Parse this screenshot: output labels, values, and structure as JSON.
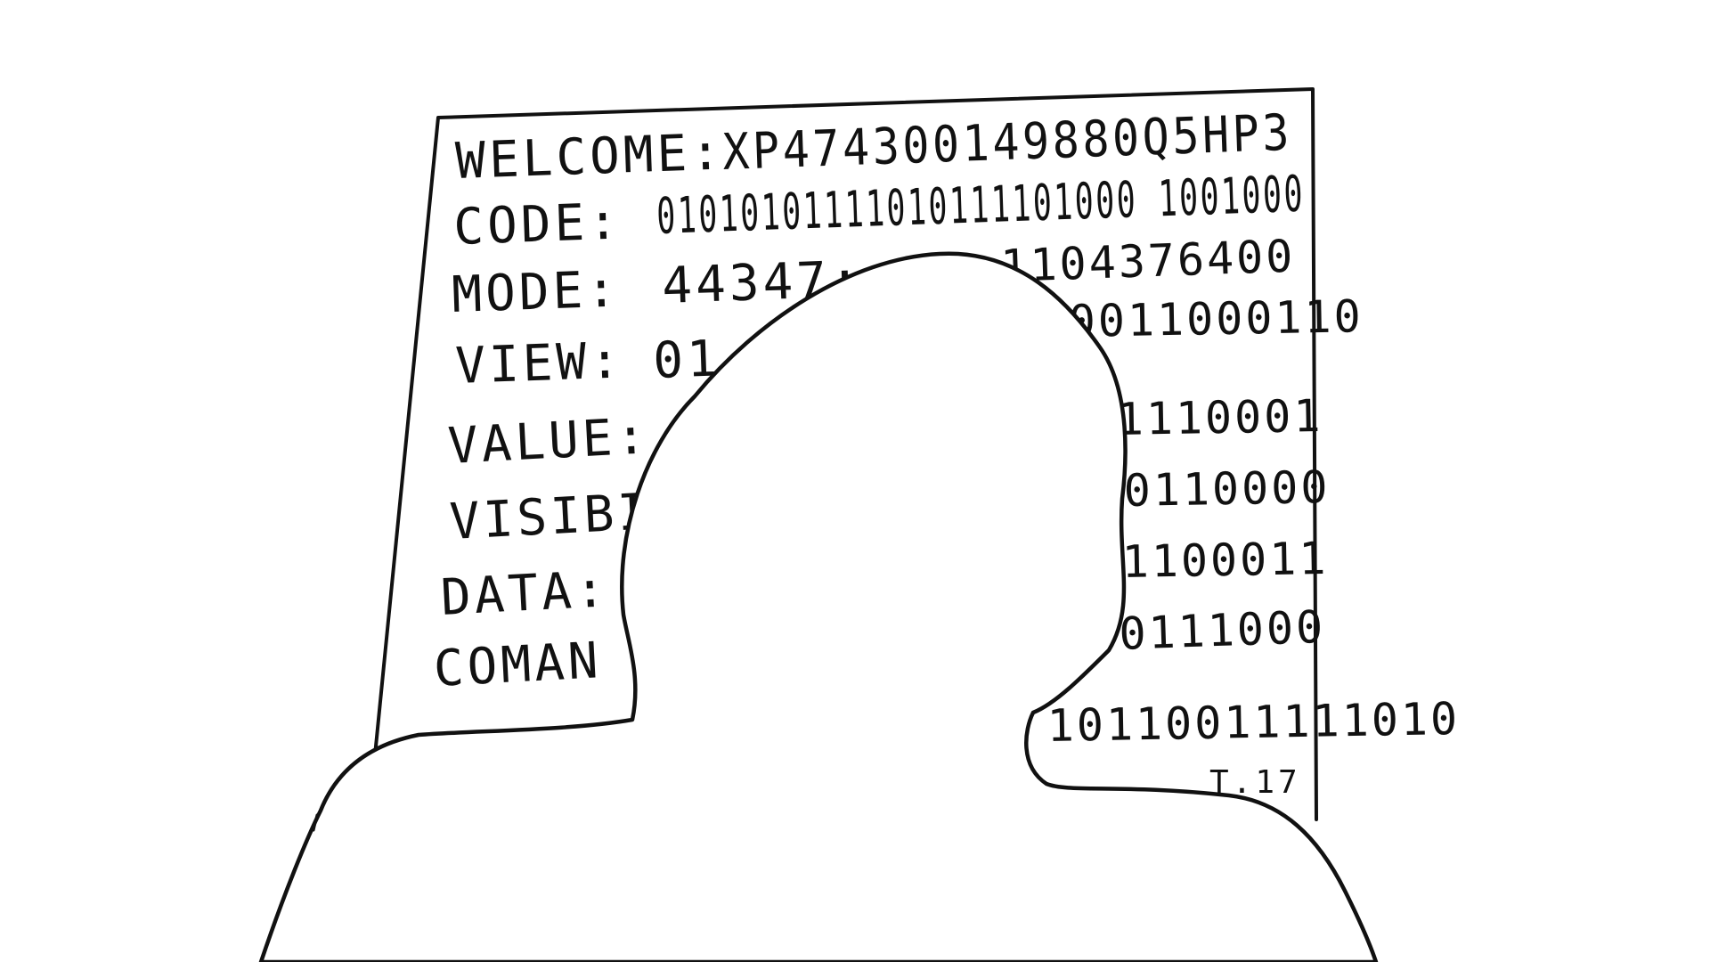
{
  "screen_lines": [
    {
      "label": "WELCOME:",
      "value": "XP474300149880Q5HP3"
    },
    {
      "label": "CODE:",
      "value": "01010101111010111101000 1001000"
    },
    {
      "label": "MODE:",
      "value": "44347:"
    },
    {
      "label": "VIEW:",
      "value": "01"
    },
    {
      "label": "VALUE:",
      "value": ""
    },
    {
      "label": "VISIBIL",
      "value": ""
    },
    {
      "label": "DATA:",
      "value": ""
    },
    {
      "label": "COMAN",
      "value": ""
    }
  ],
  "right_fragments": [
    "1104376400",
    "0011000110",
    "1110001",
    "0110000",
    "1100011",
    "00111000",
    "10110011111010"
  ],
  "signature": "T.17",
  "colors": {
    "ink": "#111111",
    "paper": "#ffffff"
  }
}
